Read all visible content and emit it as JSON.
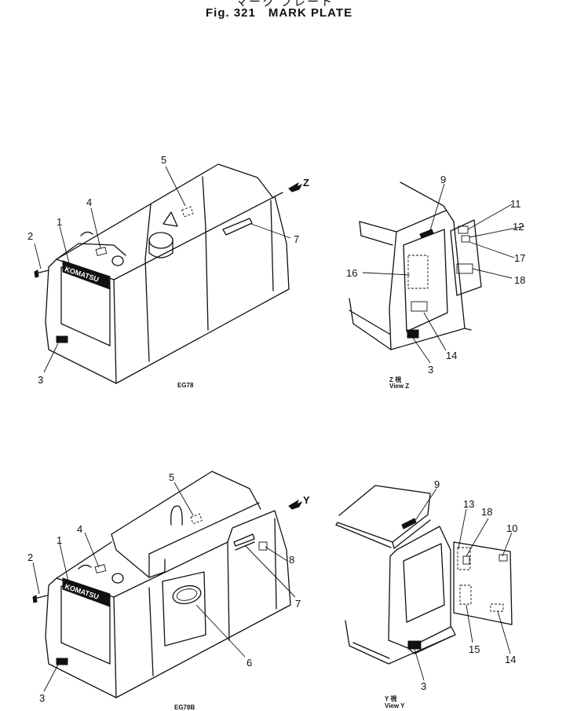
{
  "header": {
    "title_ja": "マーク プレート",
    "fig_label": "Fig. 321",
    "title": "MARK PLATE"
  },
  "views": [
    {
      "code": "EG78",
      "view_label": "",
      "direction_letter": "Z",
      "callouts": [
        "1",
        "2",
        "3",
        "4",
        "5",
        "7"
      ]
    },
    {
      "code": "",
      "view_label": "Z 視\nView Z",
      "callouts": [
        "3",
        "9",
        "11",
        "12",
        "14",
        "16",
        "17",
        "18"
      ]
    },
    {
      "code": "EG78B",
      "view_label": "",
      "direction_letter": "Y",
      "callouts": [
        "1",
        "2",
        "3",
        "4",
        "5",
        "6",
        "7",
        "8"
      ]
    },
    {
      "code": "",
      "view_label": "Y 視\nView Y",
      "callouts": [
        "3",
        "9",
        "10",
        "13",
        "14",
        "15",
        "18"
      ]
    }
  ],
  "logo_text": "KOMATSU",
  "logo_small": "KOMATSU"
}
